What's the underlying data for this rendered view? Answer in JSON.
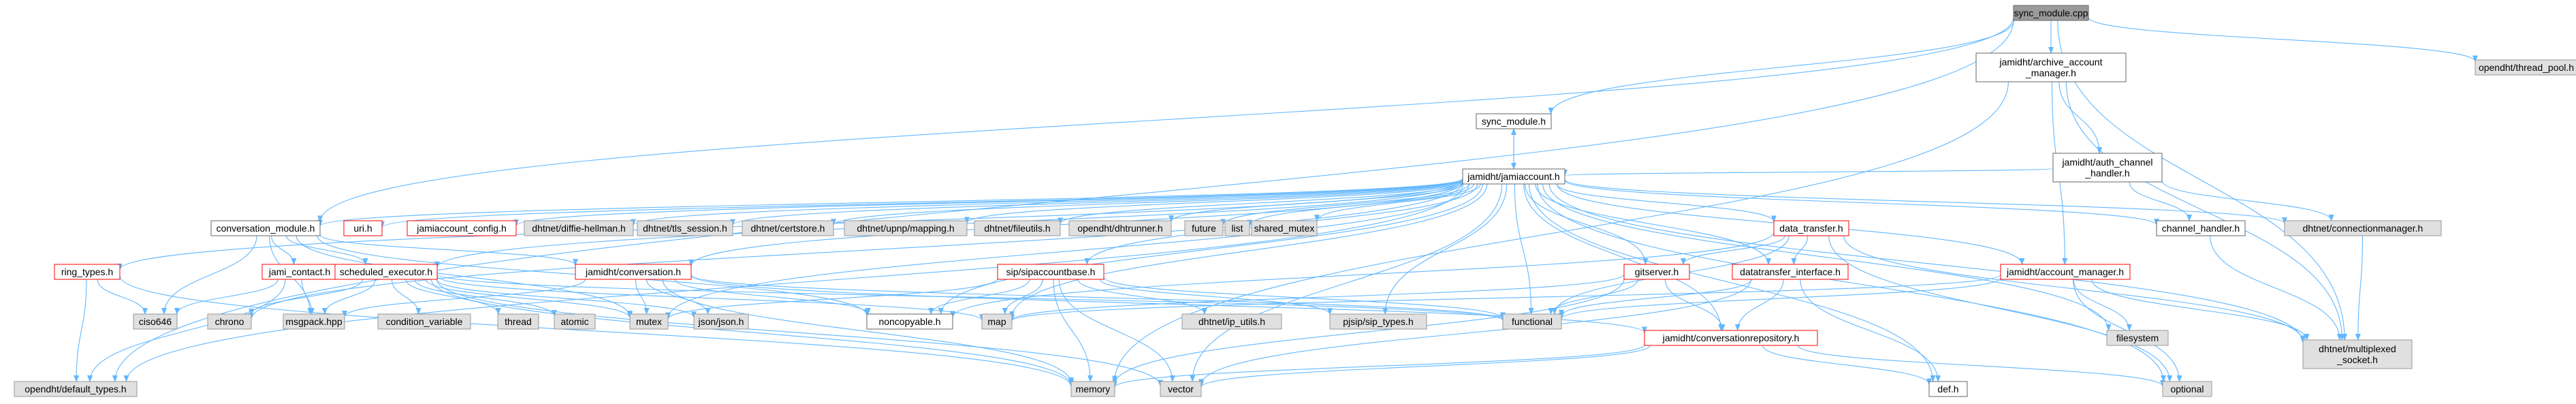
{
  "colors": {
    "root_fill": "#9a9a9a",
    "root_stroke": "#666666",
    "local_fill": "#ffffff",
    "local_stroke": "#666666",
    "missing_stroke": "#ff0000",
    "external_fill": "#e0e0e0",
    "external_stroke": "#999999",
    "edge": "#63b8ff",
    "text": "#000000"
  },
  "nodes": {
    "sync_module_cpp": "sync_module.cpp",
    "archive_account_manager": "jamidht/archive_account\n_manager.h",
    "thread_pool": "opendht/thread_pool.h",
    "auth_channel_handler": "jamidht/auth_channel\n_handler.h",
    "sync_module_h": "sync_module.h",
    "jamiaccount_h": "jamidht/jamiaccount.h",
    "conversation_module": "conversation_module.h",
    "uri": "uri.h",
    "jamiaccount_config": "jamiaccount_config.h",
    "diffie_hellman": "dhtnet/diffie-hellman.h",
    "tls_session": "dhtnet/tls_session.h",
    "certstore": "dhtnet/certstore.h",
    "upnp_mapping": "dhtnet/upnp/mapping.h",
    "fileutils": "dhtnet/fileutils.h",
    "dhtrunner": "opendht/dhtrunner.h",
    "future": "future",
    "list": "list",
    "shared_mutex": "shared_mutex",
    "data_transfer": "data_transfer.h",
    "channel_handler": "channel_handler.h",
    "connectionmanager": "dhtnet/connectionmanager.h",
    "ring_types": "ring_types.h",
    "jami_contact": "jami_contact.h",
    "scheduled_executor": "scheduled_executor.h",
    "conversation_h": "jamidht/conversation.h",
    "sipaccountbase": "sip/sipaccountbase.h",
    "gitserver": "gitserver.h",
    "datatransfer_interface": "datatransfer_interface.h",
    "account_manager": "jamidht/account_manager.h",
    "ciso646": "ciso646",
    "chrono": "chrono",
    "msgpack": "msgpack.hpp",
    "condition_variable": "condition_variable",
    "thread": "thread",
    "atomic": "atomic",
    "mutex": "mutex",
    "json": "json/json.h",
    "noncopyable": "noncopyable.h",
    "map": "map",
    "ip_utils": "dhtnet/ip_utils.h",
    "sip_types": "pjsip/sip_types.h",
    "functional": "functional",
    "conversationrepository": "jamidht/conversationrepository.h",
    "filesystem": "filesystem",
    "multiplexed_socket": "dhtnet/multiplexed\n_socket.h",
    "default_types": "opendht/default_types.h",
    "memory": "memory",
    "vector": "vector",
    "def": "def.h",
    "optional": "optional"
  }
}
